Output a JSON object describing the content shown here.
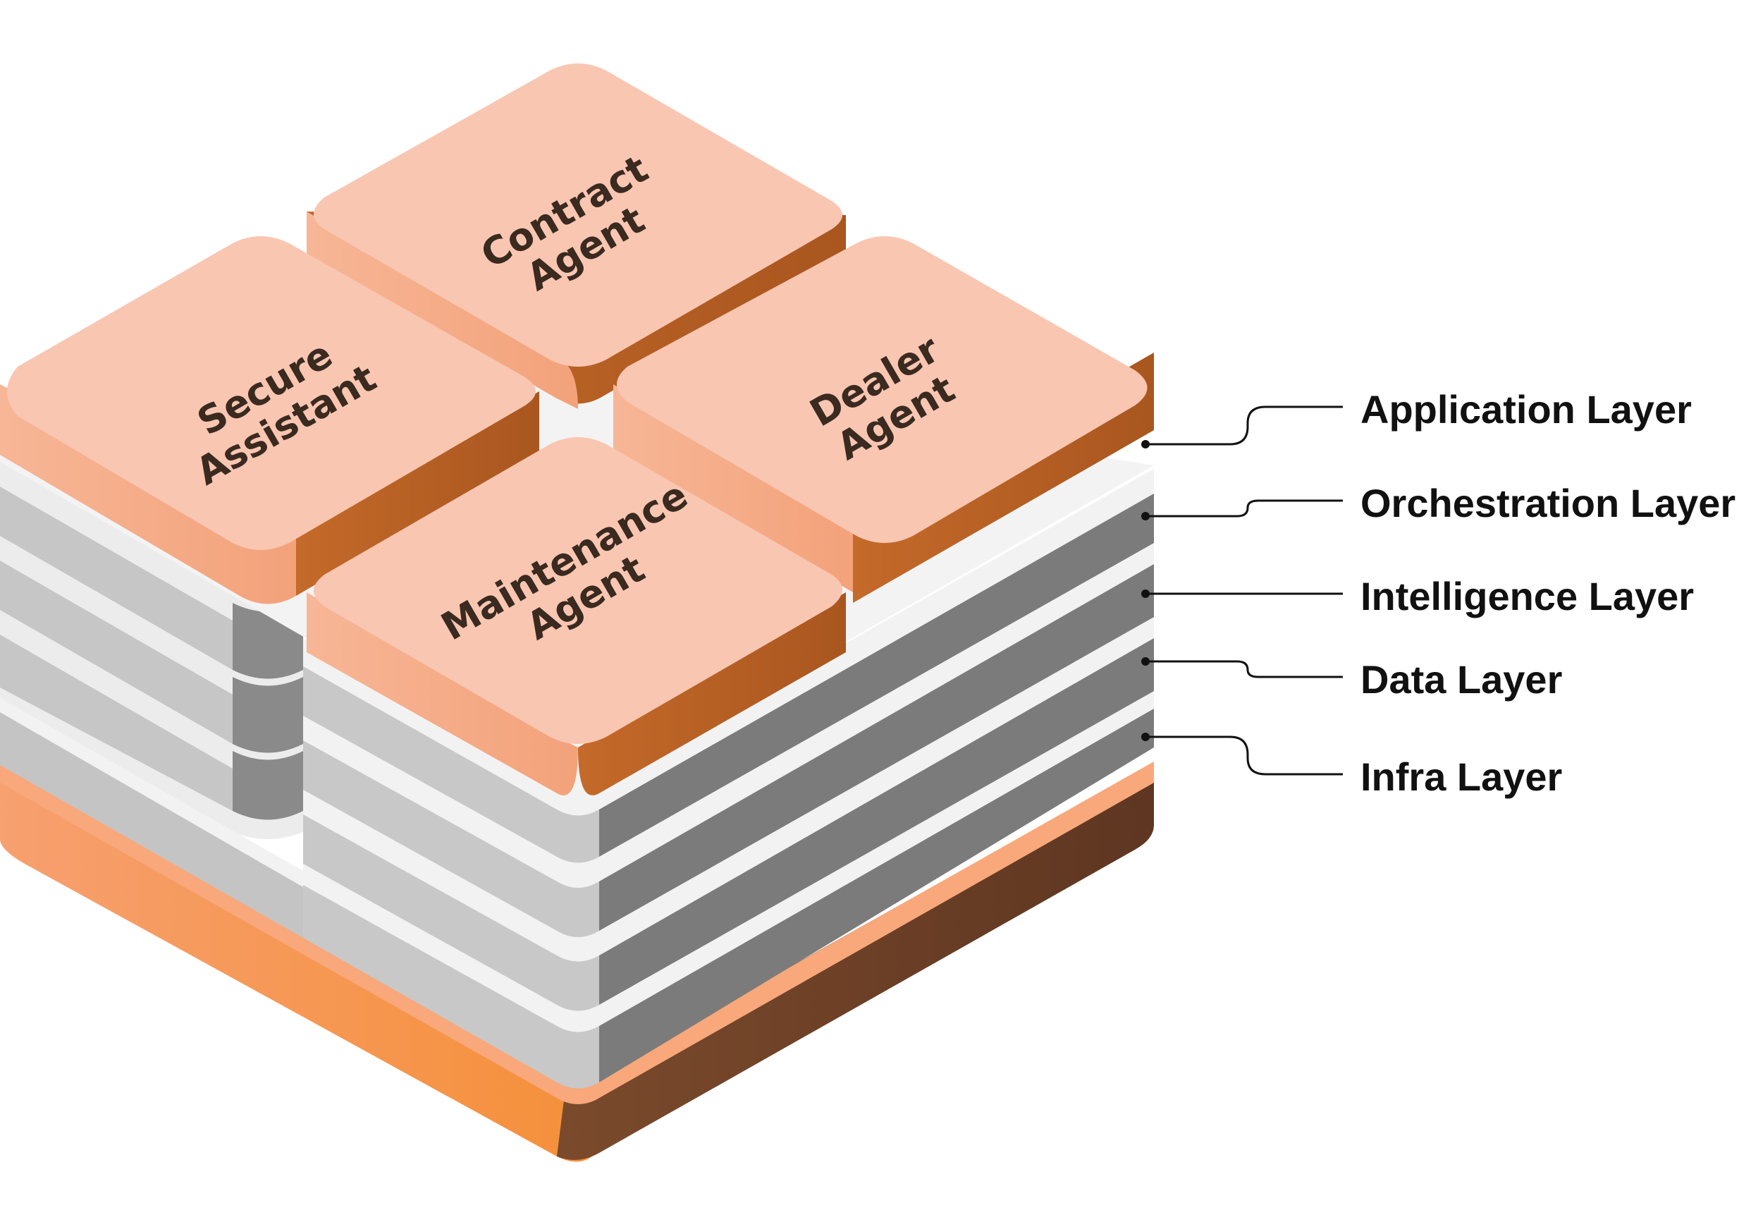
{
  "layers": [
    {
      "id": "application",
      "label": "Application Layer"
    },
    {
      "id": "orchestration",
      "label": "Orchestration Layer"
    },
    {
      "id": "intelligence",
      "label": "Intelligence Layer"
    },
    {
      "id": "data",
      "label": "Data Layer"
    },
    {
      "id": "infra",
      "label": "Infra Layer"
    }
  ],
  "agents": {
    "contract": [
      "Contract",
      "Agent"
    ],
    "secure": [
      "Secure",
      "Assistant"
    ],
    "dealer": [
      "Dealer",
      "Agent"
    ],
    "maintenance": [
      "Maintenance",
      "Agent"
    ]
  },
  "colors": {
    "tile_top": "#f9c6b2",
    "tile_side_light": "#f6ab86",
    "tile_side_dark": "#b86226",
    "infra_front": "#f5933a",
    "infra_side": "#6e4128",
    "infra_rim": "#f8a87b",
    "grey_front": "#c8c8c8",
    "grey_side": "#7a7a7a",
    "grey_rim": "#f2f2f2"
  }
}
